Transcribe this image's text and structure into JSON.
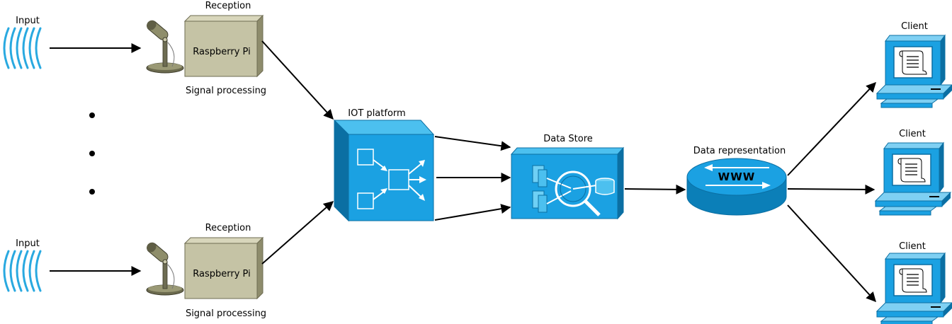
{
  "diagram": {
    "inputs": [
      {
        "label": "Input"
      },
      {
        "label": "Input"
      }
    ],
    "receivers": [
      {
        "title": "Reception",
        "device": "Raspberry Pi",
        "caption": "Signal processing"
      },
      {
        "title": "Reception",
        "device": "Raspberry Pi",
        "caption": "Signal processing"
      }
    ],
    "iot": {
      "label": "IOT platform"
    },
    "store": {
      "label": "Data Store"
    },
    "web": {
      "label": "Data representation",
      "badge": "WWW"
    },
    "clients": [
      {
        "label": "Client"
      },
      {
        "label": "Client"
      },
      {
        "label": "Client"
      }
    ],
    "colors": {
      "accent_blue": "#1ba1e2",
      "dark_blue": "#0b6fa3",
      "box_tan": "#c8c6a7",
      "box_tan_dark": "#8a8866",
      "wave": "#29a9e0"
    },
    "icons": [
      "signal-waves-icon",
      "microphone-icon",
      "raspberry-pi-box-icon",
      "iot-cube-icon",
      "data-store-icon",
      "www-router-icon",
      "client-computer-icon"
    ]
  }
}
